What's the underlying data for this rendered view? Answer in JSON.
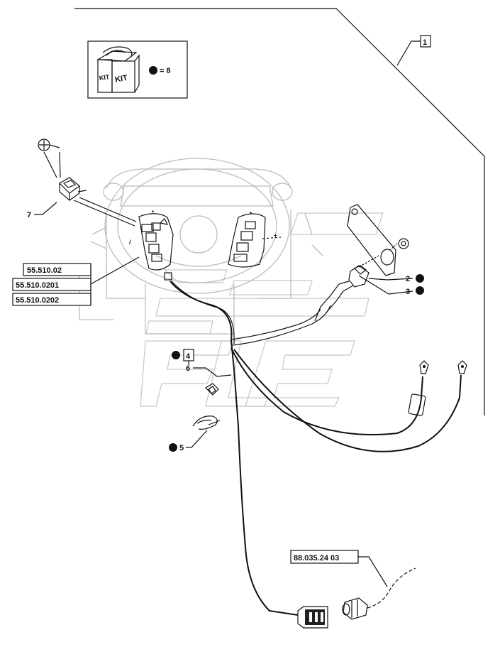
{
  "kit": {
    "word_left": "KIT",
    "word_right": "KIT",
    "equals_label": "= 8"
  },
  "callouts": {
    "c1": "1",
    "c2": "2",
    "c3": "3",
    "c4": "4",
    "c5": "5",
    "c6": "6",
    "c7": "7"
  },
  "references": [
    "55.510.02",
    "55.510.0201",
    "55.510.0202"
  ],
  "connector_ref": "88.035.24 03"
}
